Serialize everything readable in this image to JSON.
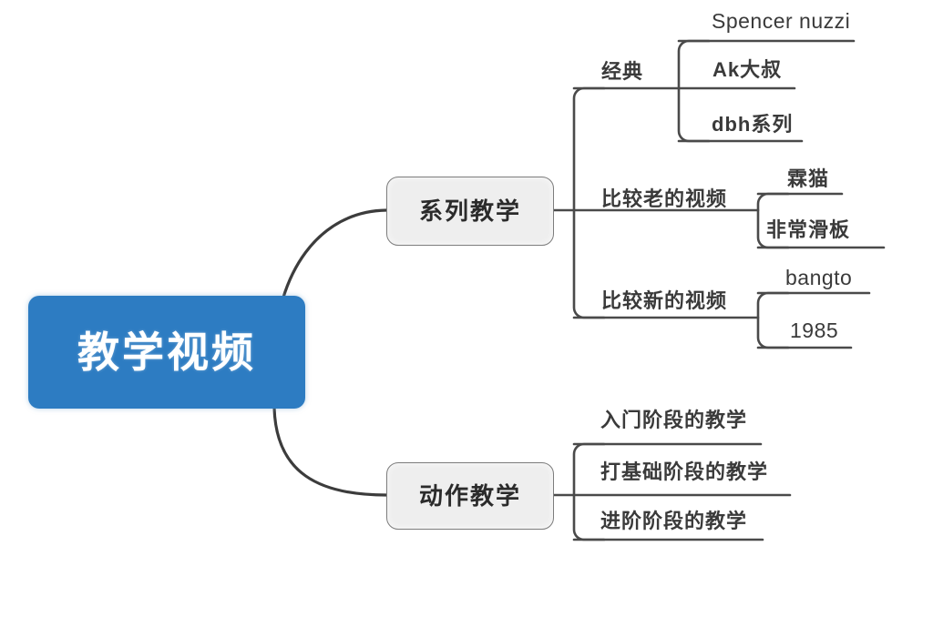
{
  "diagram": {
    "title": "教学视频",
    "type": "mindmap",
    "background_color": "#ffffff",
    "root": {
      "label": "教学视频",
      "fill_color": "#2d7cc2",
      "text_color": "#ffffff"
    },
    "branch_style": {
      "fill_color": "#eeeeee",
      "border_color": "#7c7c7c",
      "text_color": "#2b2b2b"
    },
    "line_color": "#3c3c3c",
    "branches": [
      {
        "label": "系列教学",
        "groups": [
          {
            "label": "经典",
            "leaves": [
              {
                "label": "Spencer nuzzi",
                "script": "latin"
              },
              {
                "label": "Ak大叔",
                "script": "mixed"
              },
              {
                "label": "dbh系列",
                "script": "mixed"
              }
            ]
          },
          {
            "label": "比较老的视频",
            "leaves": [
              {
                "label": "霖猫",
                "script": "cjk"
              },
              {
                "label": "非常滑板",
                "script": "cjk"
              }
            ]
          },
          {
            "label": "比较新的视频",
            "leaves": [
              {
                "label": "bangto",
                "script": "latin"
              },
              {
                "label": "1985",
                "script": "latin"
              }
            ]
          }
        ]
      },
      {
        "label": "动作教学",
        "groups": [
          {
            "label": "入门阶段的教学",
            "leaves": []
          },
          {
            "label": "打基础阶段的教学",
            "leaves": []
          },
          {
            "label": "进阶阶段的教学",
            "leaves": []
          }
        ]
      }
    ],
    "watermark": ""
  }
}
